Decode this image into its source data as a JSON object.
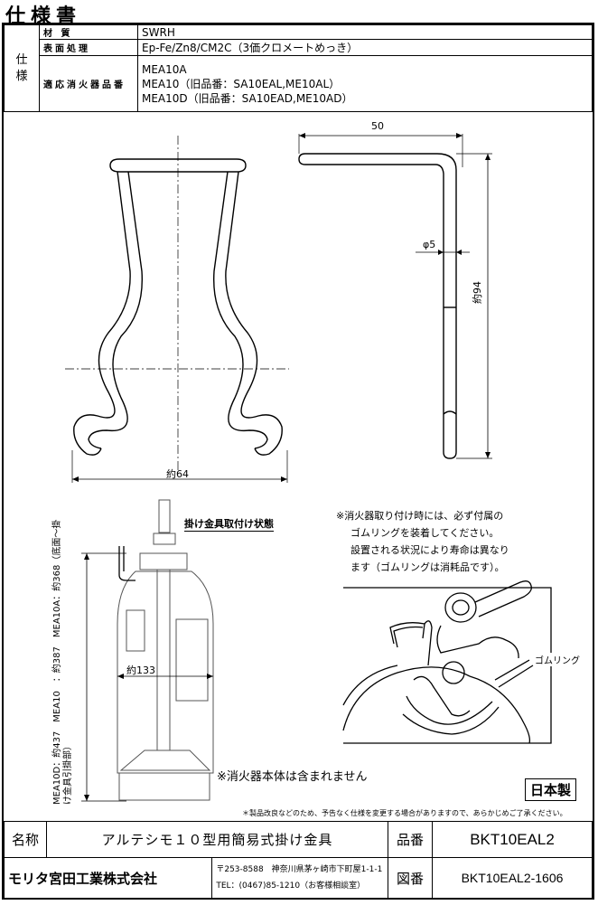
{
  "title": "仕様書",
  "spec": {
    "section_label": "仕 様",
    "material_label": "材 質",
    "material_value": "SWRH",
    "surface_label": "表面処理",
    "surface_value": "Ep-Fe/Zn8/CM2C（3価クロメートめっき）",
    "applicable_label": "適応消火器品番",
    "applicable_lines": [
      "MEA10A",
      "MEA10（旧品番：SA10EAL,ME10AL）",
      "MEA10D（旧品番：SA10EAD,ME10AD）"
    ]
  },
  "dimensions": {
    "width_50": "50",
    "dia_5": "φ5",
    "height_94": "約94",
    "width_64": "約64",
    "width_133": "約133",
    "heights": "MEA10D：約437　MEA10　：約387　MEA10A：約368（底面～掛け金具引掛部）"
  },
  "labels": {
    "mount_state": "掛け金具取付け状態",
    "rubber_ring": "ゴムリング",
    "body_not_included": "※消火器本体は含まれません",
    "made_in_japan": "日本製",
    "disclaimer": "＊製品改良などのため、予告なく仕様を変更する場合がありますので、あらかじめご了承ください。"
  },
  "note_lines": [
    "※消火器取り付け時には、必ず付属の",
    "ゴムリングを装着してください。",
    "設置される状況により寿命は異なり",
    "ます（ゴムリングは消耗品です）。"
  ],
  "footer": {
    "name_label": "名称",
    "name_value": "アルテシモ１０型用簡易式掛け金具",
    "part_label": "品番",
    "part_value": "BKT10EAL2",
    "company": "モリタ宮田工業株式会社",
    "address": "〒253-8588　神奈川県茅ヶ崎市下町屋1-1-1",
    "tel": "TEL：(0467)85-1210（お客様相談室）",
    "drawing_label": "図番",
    "drawing_value": "BKT10EAL2-1606"
  }
}
